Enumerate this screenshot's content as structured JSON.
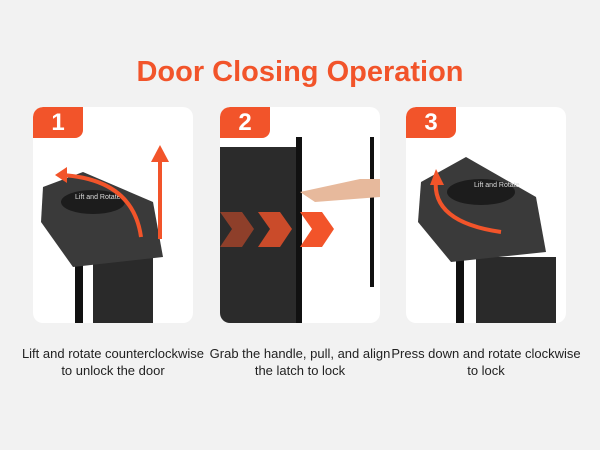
{
  "title": "Door Closing Operation",
  "steps": [
    {
      "number": "1",
      "caption": "Lift and rotate counterclockwise to unlock the door",
      "knob_label": "Lift and Rotate"
    },
    {
      "number": "2",
      "caption": "Grab the handle, pull, and align the latch to lock"
    },
    {
      "number": "3",
      "caption": "Press down and rotate clockwise to lock",
      "knob_label": "Lift and Rotate"
    }
  ],
  "colors": {
    "accent": "#f2542a",
    "background": "#f2f2f2",
    "card": "#ffffff"
  }
}
